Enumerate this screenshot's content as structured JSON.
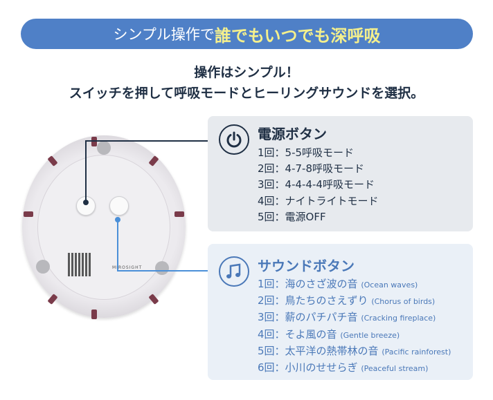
{
  "banner": {
    "prefix": "シンプル操作で",
    "highlight": "誰でもいつでも深呼吸"
  },
  "subtitle": {
    "line1": "操作はシンプル！",
    "line2": "スイッチを押して呼吸モードとヒーリングサウンドを選択。"
  },
  "device": {
    "brand": "MIROSIGHT"
  },
  "power_panel": {
    "icon": "power-icon",
    "title": "電源ボタン",
    "items": [
      "1回：5-5呼吸モード",
      "2回：4-7-8呼吸モード",
      "3回：4-4-4-4呼吸モード",
      "4回：ナイトライトモード",
      "5回：電源OFF"
    ]
  },
  "sound_panel": {
    "icon": "music-note-icon",
    "title": "サウンドボタン",
    "items": [
      {
        "jp": "1回：海のさざ波の音",
        "en": "(Ocean waves)"
      },
      {
        "jp": "2回：鳥たちのさえずり",
        "en": "(Chorus of birds)"
      },
      {
        "jp": "3回：薪のパチパチ音",
        "en": "(Cracking fireplace)"
      },
      {
        "jp": "4回：そよ風の音",
        "en": "(Gentle breeze)"
      },
      {
        "jp": "5回：太平洋の熱帯林の音",
        "en": "(Pacific rainforest)"
      },
      {
        "jp": "6回：小川のせせらぎ",
        "en": "(Peaceful stream)"
      }
    ]
  },
  "colors": {
    "banner": "#4f80c7",
    "highlight": "#f5f08c",
    "navy": "#1f2f44",
    "sound_blue": "#4a78b8"
  }
}
